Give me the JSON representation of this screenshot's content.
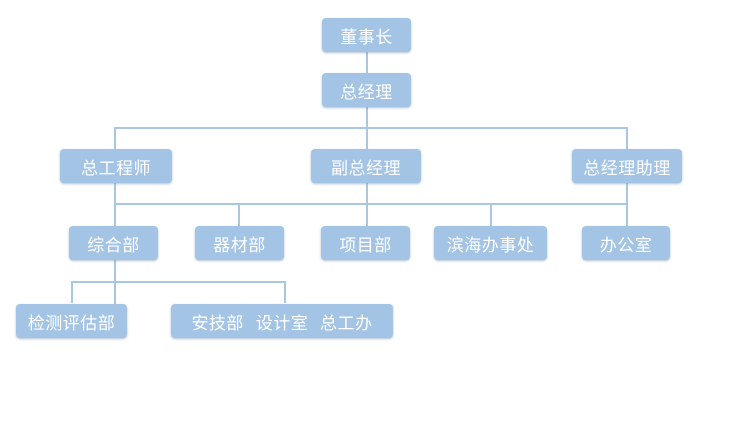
{
  "org_chart": {
    "chairman": "董事长",
    "general_manager": "总经理",
    "chief_engineer": "总工程师",
    "deputy_general_manager": "副总经理",
    "gm_assistant": "总经理助理",
    "general_dept": "综合部",
    "equipment_dept": "器材部",
    "project_dept": "项目部",
    "binhai_office": "滨海办事处",
    "office": "办公室",
    "inspection_dept": "检测评估部",
    "combined_depts": "安技部  设计室  总工办"
  }
}
